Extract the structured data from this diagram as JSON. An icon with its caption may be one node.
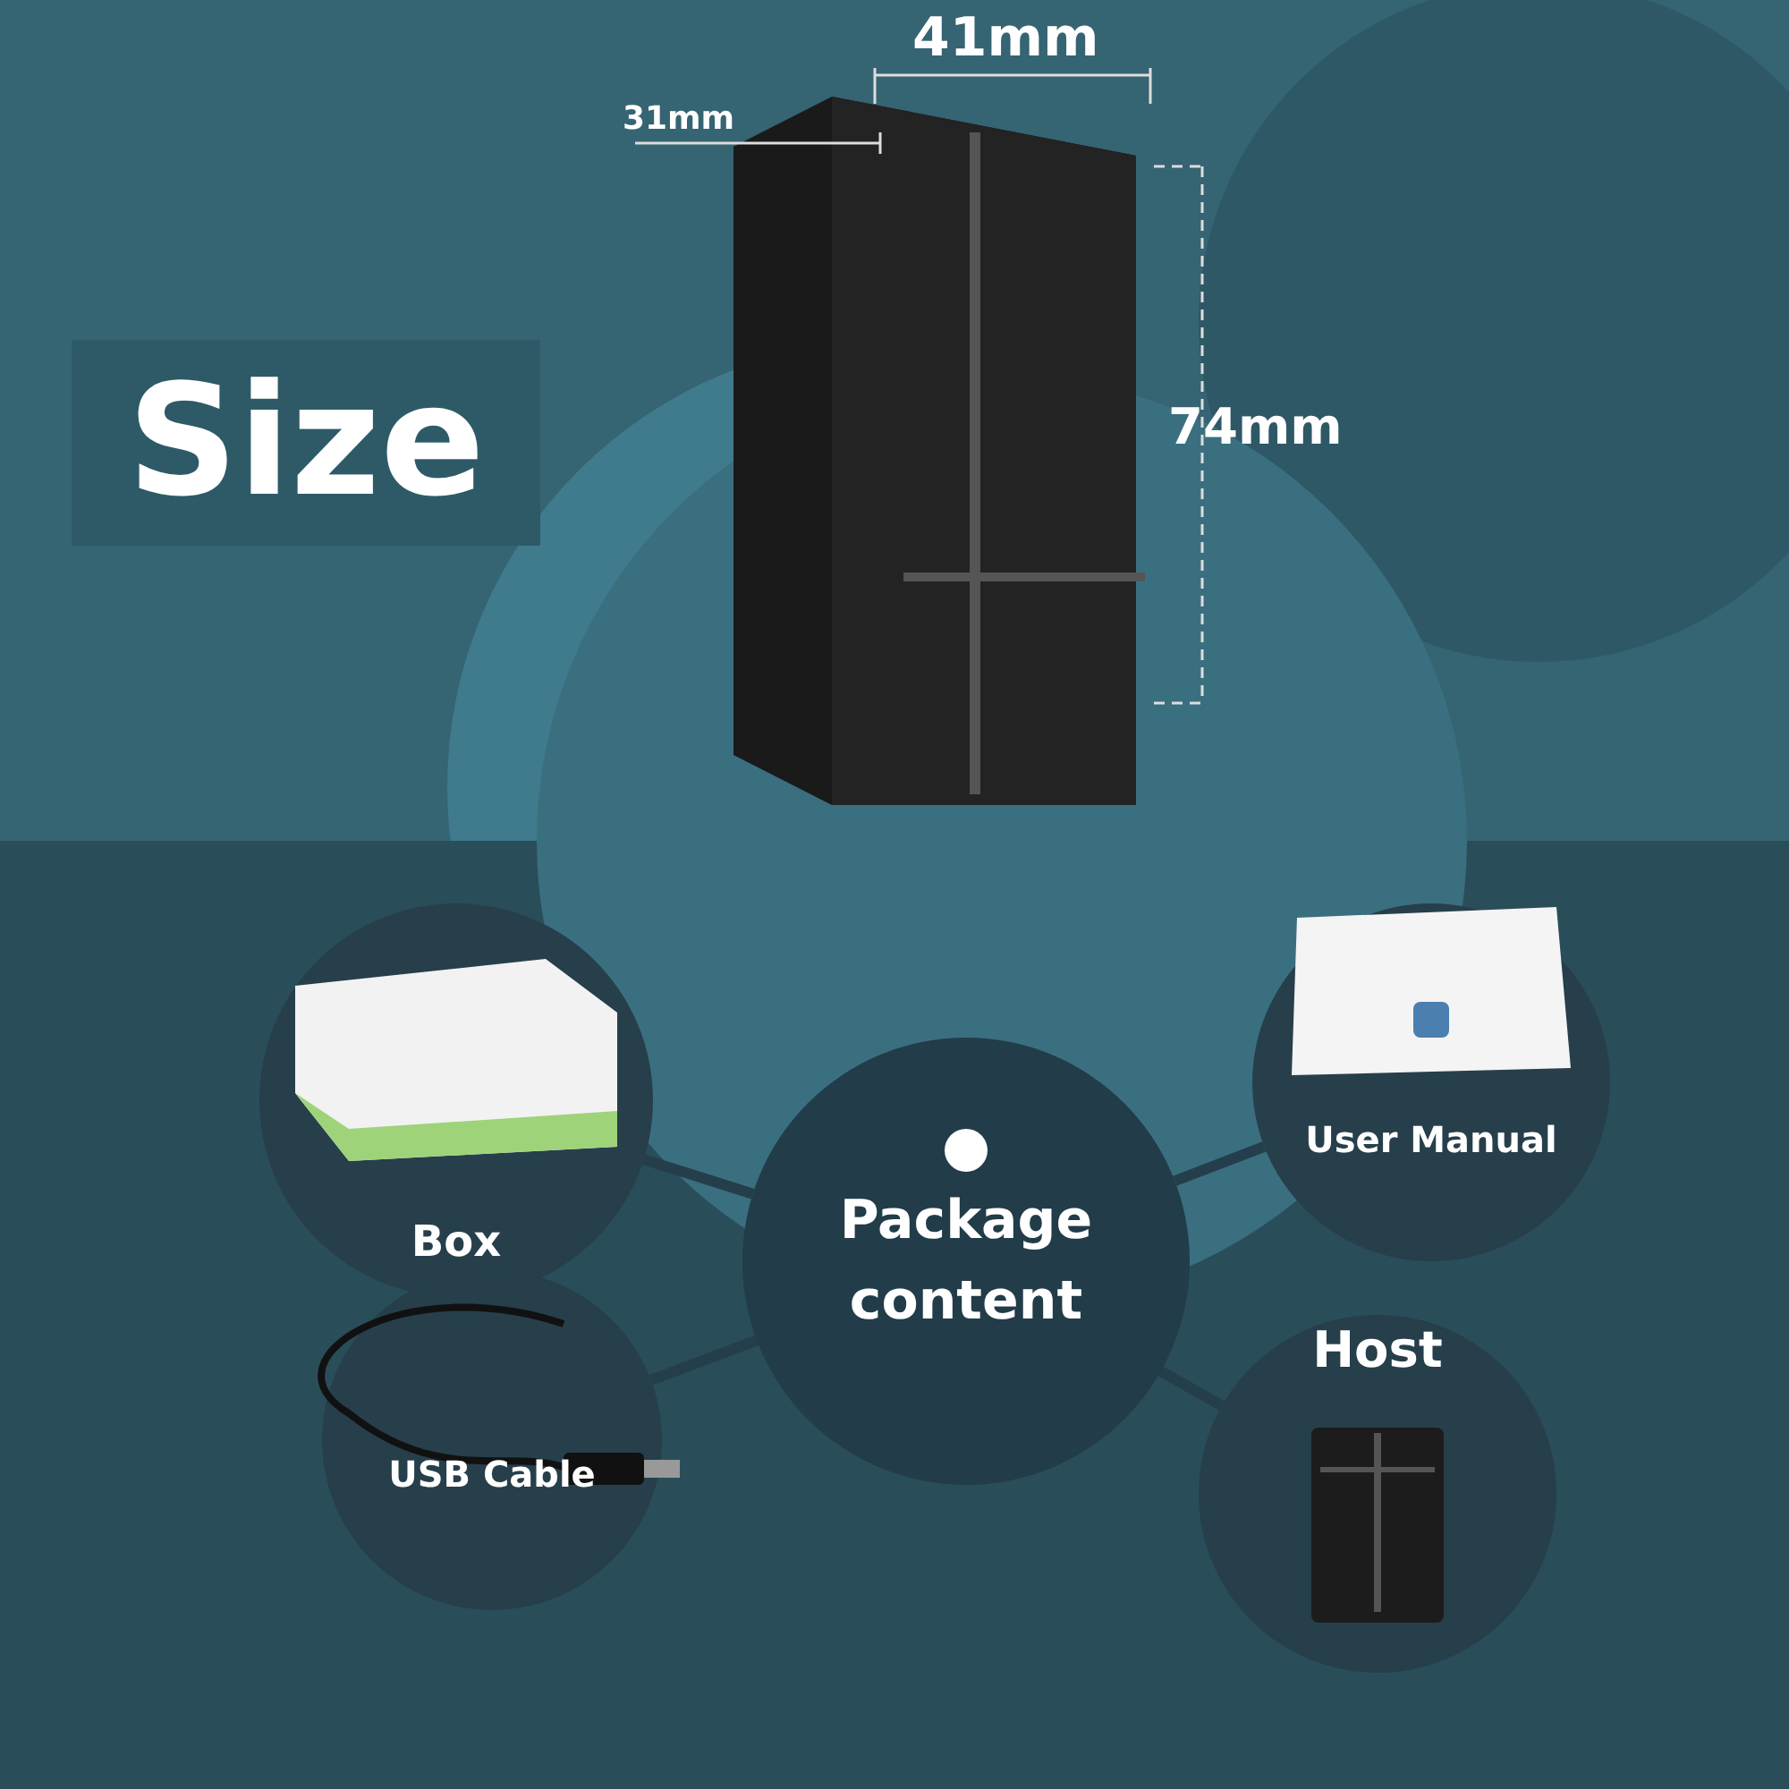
{
  "diagram": {
    "nodes": [
      {
        "text": [
          "Package content"
        ]
      },
      {
        "text": [
          "Box"
        ]
      },
      {
        "text": [
          "User Manual"
        ]
      },
      {
        "text": [
          "USB Cable"
        ]
      },
      {
        "text": [
          "Host"
        ]
      }
    ],
    "edges": [
      {
        "from": 0,
        "to": 1,
        "arrow": "none"
      },
      {
        "from": 0,
        "to": 2,
        "arrow": "none"
      },
      {
        "from": 0,
        "to": 3,
        "arrow": "none"
      },
      {
        "from": 0,
        "to": 4,
        "arrow": "none"
      }
    ],
    "labels": [
      "Size",
      "41mm",
      "31mm",
      "74mm"
    ]
  }
}
